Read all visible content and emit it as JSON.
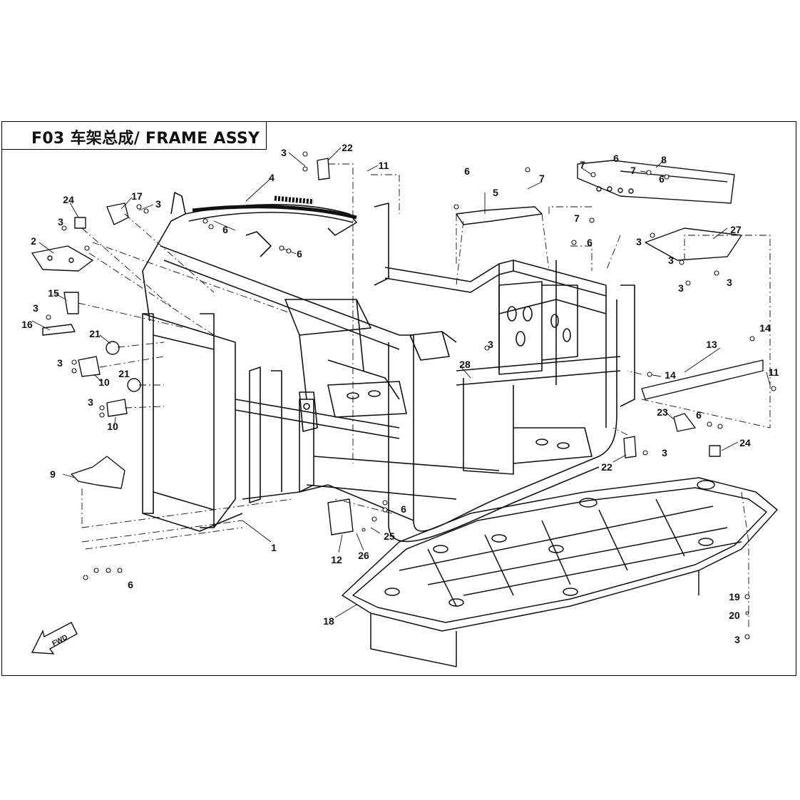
{
  "header": {
    "title": "F03 车架总成/ FRAME ASSY"
  },
  "fwd_arrow": {
    "label": "FWD"
  },
  "callouts": [
    "22",
    "3",
    "11",
    "4",
    "17",
    "3",
    "24",
    "3",
    "2",
    "6",
    "6",
    "6",
    "5",
    "7",
    "7",
    "6",
    "7",
    "8",
    "6",
    "7",
    "6",
    "27",
    "3",
    "3",
    "3",
    "3",
    "15",
    "3",
    "16",
    "21",
    "3",
    "10",
    "21",
    "3",
    "10",
    "9",
    "1",
    "12",
    "26",
    "25",
    "6",
    "14",
    "13",
    "14",
    "11",
    "23",
    "6",
    "24",
    "22",
    "3",
    "28",
    "3",
    "18",
    "19",
    "20",
    "3",
    "6"
  ],
  "colors": {
    "line": "#111111",
    "background": "#ffffff"
  }
}
